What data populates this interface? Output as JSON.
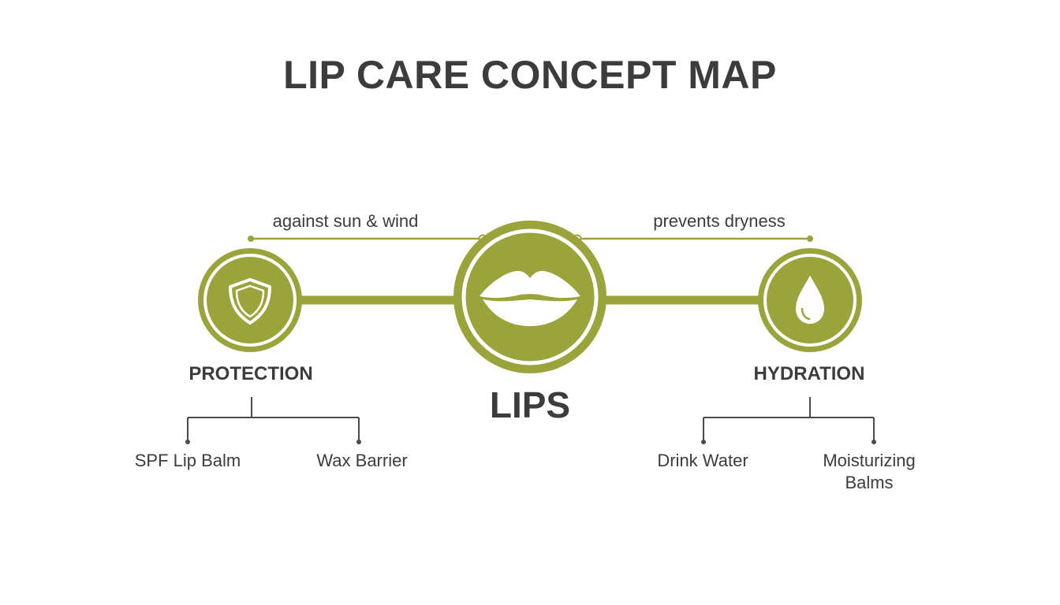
{
  "title": "LIP CARE CONCEPT MAP",
  "colors": {
    "accent": "#9aa43a",
    "text": "#3c3c3c",
    "line": "#4a4a4a",
    "background": "#ffffff"
  },
  "center": {
    "label": "LIPS",
    "icon": "lips-icon"
  },
  "links": {
    "left": "against sun & wind",
    "right": "prevents dryness"
  },
  "categories": [
    {
      "label": "PROTECTION",
      "icon": "shield-icon",
      "items": [
        "SPF Lip Balm",
        "Wax Barrier"
      ]
    },
    {
      "label": "HYDRATION",
      "icon": "water-drop-icon",
      "items": [
        "Drink Water",
        "Moisturizing Balms"
      ]
    }
  ]
}
